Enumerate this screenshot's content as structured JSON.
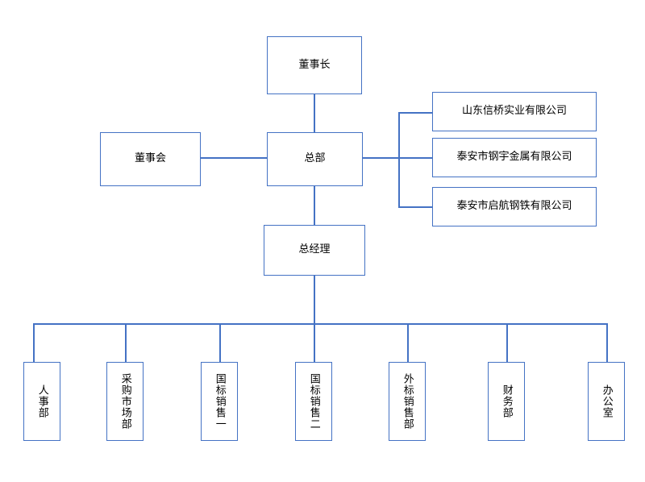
{
  "chart_title": "",
  "colors": {
    "line": "#4472c4",
    "border": "#4472c4",
    "node_fill": "#ffffff",
    "text": "#000000",
    "background": "#ffffff"
  },
  "org_chart": {
    "type": "org-chart",
    "nodes": {
      "chairman": "董事长",
      "board": "董事会",
      "headquarters": "总部",
      "general_manager": "总经理",
      "subsidiaries": [
        "山东信桥实业有限公司",
        "泰安市钢宇金属有限公司",
        "泰安市启航钢铁有限公司"
      ],
      "departments": [
        "人事部",
        "采购市场部",
        "国标销售一",
        "国标销售二",
        "外标销售部",
        "财务部",
        "办公室"
      ]
    }
  }
}
